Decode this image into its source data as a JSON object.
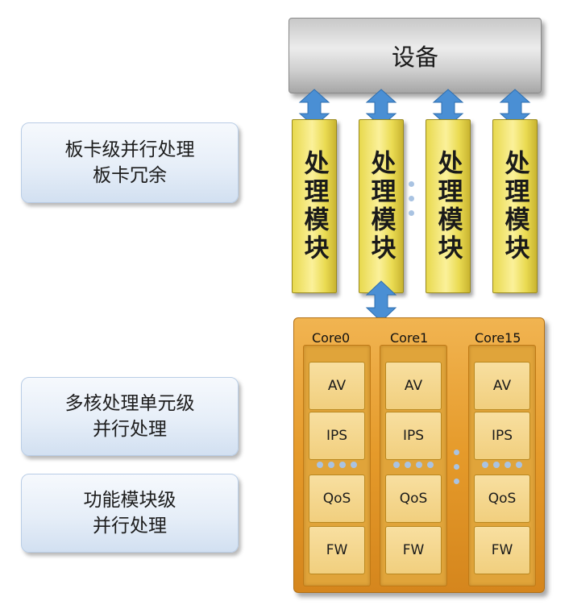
{
  "left_labels": [
    {
      "line1": "板卡级并行处理",
      "line2": "板卡冗余"
    },
    {
      "line1": "多核处理单元级",
      "line2": "并行处理"
    },
    {
      "line1": "功能模块级",
      "line2": "并行处理"
    }
  ],
  "device": {
    "label": "设备"
  },
  "modules": [
    "处理模块",
    "处理模块",
    "处理模块",
    "处理模块"
  ],
  "cores": [
    {
      "name": "Core0",
      "blocks": [
        "AV",
        "IPS",
        "QoS",
        "FW"
      ]
    },
    {
      "name": "Core1",
      "blocks": [
        "AV",
        "IPS",
        "QoS",
        "FW"
      ]
    },
    {
      "name": "Core15",
      "blocks": [
        "AV",
        "IPS",
        "QoS",
        "FW"
      ]
    }
  ],
  "colors": {
    "arrow": "#4a8fd4",
    "module": "#f2e36c",
    "chip": "#e59a2a",
    "label_box": "#dde8f5"
  }
}
